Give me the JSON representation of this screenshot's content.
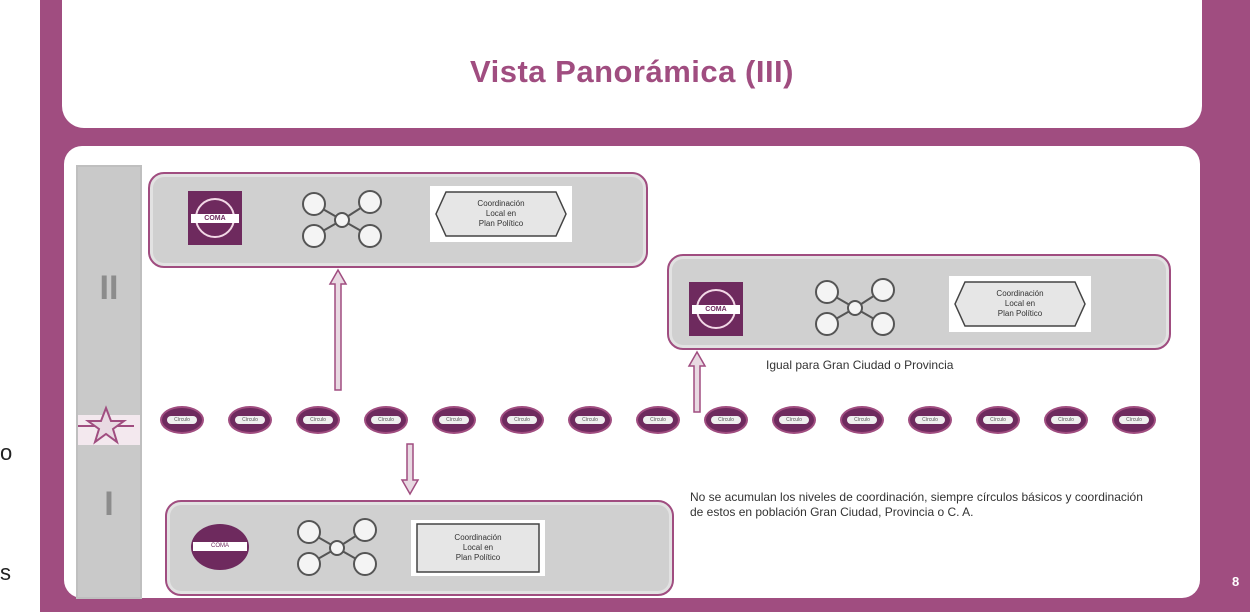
{
  "slide": {
    "title": "Vista Panorámica (III)",
    "page_number": "8"
  },
  "left_edge": {
    "char_upper": "o",
    "char_lower": "s"
  },
  "levels": {
    "upper": "II",
    "lower": "I"
  },
  "panels": {
    "top_left": {
      "logo_text": "COMA",
      "sign_lines": [
        "Coordinación",
        "Local en",
        "Plan Político"
      ]
    },
    "right": {
      "logo_text": "COMA",
      "sign_lines": [
        "Coordinación",
        "Local en",
        "Plan Político"
      ],
      "caption": "Igual para Gran Ciudad o Provincia"
    },
    "bottom": {
      "logo_text": "COMA",
      "sign_lines": [
        "Coordinación",
        "Local en",
        "Plan Político"
      ]
    }
  },
  "note": "No se acumulan los niveles de coordinación, siempre círculos básicos y coordinación de estos en población Gran Ciudad, Provincia o C. A.",
  "nodes": [
    "Círculo",
    "Círculo",
    "Círculo",
    "Círculo",
    "Círculo",
    "Círculo",
    "Círculo",
    "Círculo",
    "Círculo",
    "Círculo",
    "Círculo",
    "Círculo",
    "Círculo",
    "Círculo",
    "Círculo"
  ],
  "colors": {
    "brand": "#a04d80",
    "logo": "#6e2a5e",
    "panel": "#d0d0d0"
  }
}
